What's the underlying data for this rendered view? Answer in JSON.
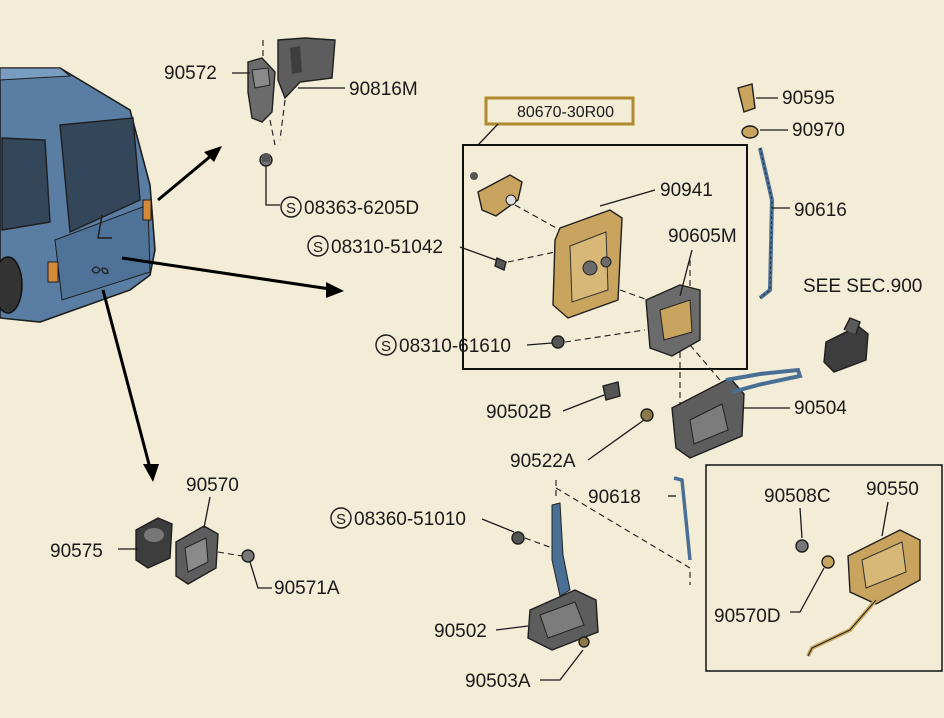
{
  "part_number_box": "80670-30R00",
  "reference_note": "SEE SEC.900",
  "standard_symbol": "S",
  "parts": {
    "p90572": "90572",
    "p90816M": "90816M",
    "p08363": "08363-6205D",
    "p08310_51042": "08310-51042",
    "p08310_61610": "08310-61610",
    "p90941": "90941",
    "p90605M": "90605M",
    "p90595": "90595",
    "p90970": "90970",
    "p90616": "90616",
    "p90502B": "90502B",
    "p90504": "90504",
    "p90522A": "90522A",
    "p90618": "90618",
    "p08360": "08360-51010",
    "p90502": "90502",
    "p90503A": "90503A",
    "p90570": "90570",
    "p90575": "90575",
    "p90571A": "90571A",
    "p90508C": "90508C",
    "p90550": "90550",
    "p90570D": "90570D"
  },
  "colors": {
    "van_body": "#5a7ea3",
    "brass_part": "#c9a45e",
    "metal_part": "#6b6b6b",
    "rod": "#4a6f94",
    "highlight_box": "#b08a2e"
  }
}
